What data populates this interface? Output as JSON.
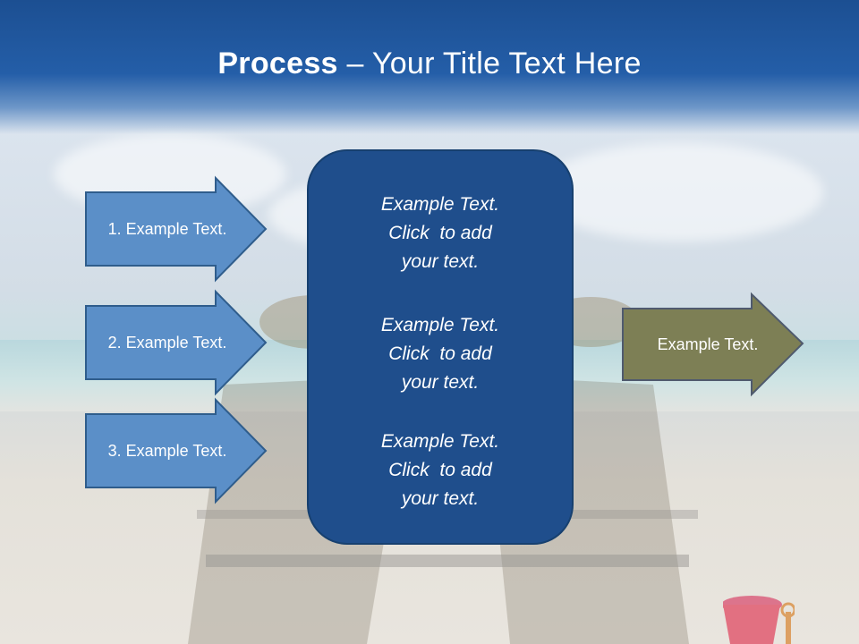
{
  "title": {
    "bold": "Process",
    "rest": " – Your Title Text Here"
  },
  "inputs": [
    {
      "label": "1. Example Text."
    },
    {
      "label": "2. Example Text."
    },
    {
      "label": "3. Example Text."
    }
  ],
  "center_box": {
    "items": [
      {
        "line1": "Example Text.",
        "line2": "Click  to add",
        "line3": "your text."
      },
      {
        "line1": "Example Text.",
        "line2": "Click  to add",
        "line3": "your text."
      },
      {
        "line1": "Example Text.",
        "line2": "Click  to add",
        "line3": "your text."
      }
    ]
  },
  "output": {
    "label": "Example Text."
  },
  "colors": {
    "header": "#245ea8",
    "arrow_fill": "#5b8fc8",
    "arrow_stroke": "#2f5d8c",
    "box_fill": "#1f4e8c",
    "box_stroke": "#17406f",
    "output_fill": "#7d7f55",
    "output_stroke": "#4f5a6e"
  }
}
